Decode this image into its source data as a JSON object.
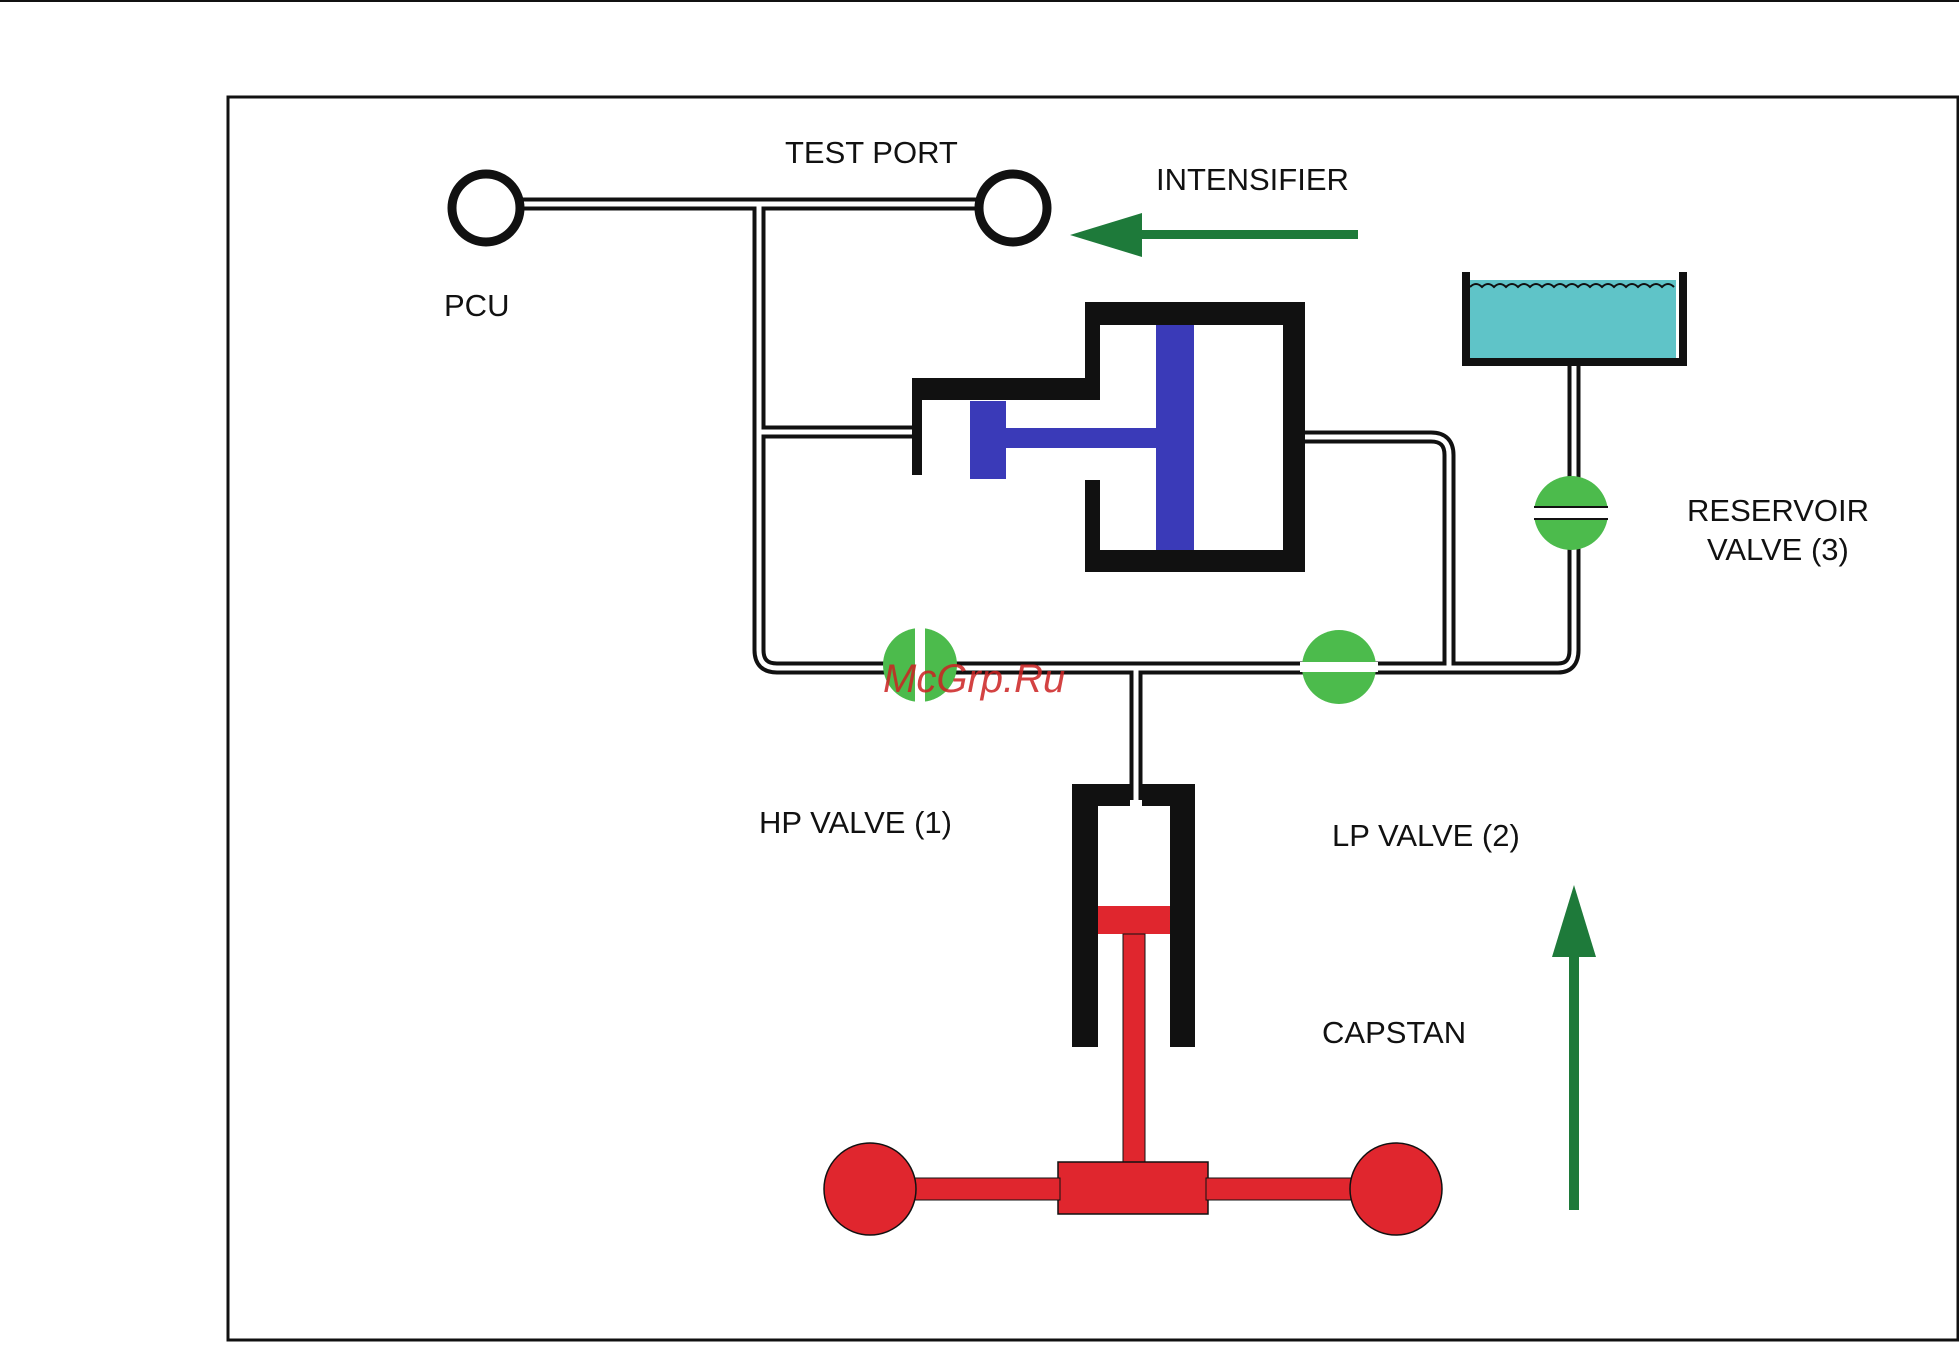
{
  "labels": {
    "test_port": "TEST PORT",
    "intensifier": "INTENSIFIER",
    "pcu": "PCU",
    "reservoir_valve_line1": "RESERVOIR",
    "reservoir_valve_line2": "VALVE (3)",
    "hp_valve": "HP VALVE (1)",
    "lp_valve": "LP VALVE (2)",
    "capstan": "CAPSTAN"
  },
  "watermark": "McGrp.Ru",
  "colors": {
    "line": "#111111",
    "valve": "#4cbb4c",
    "piston": "#3a3ab8",
    "capstan": "#e0262e",
    "reservoir_fluid": "#5fc4c8",
    "arrow": "#1e7a3a"
  },
  "icons": {
    "flow_arrow": "arrow-left-icon",
    "flow_arrow_up": "arrow-up-icon"
  }
}
